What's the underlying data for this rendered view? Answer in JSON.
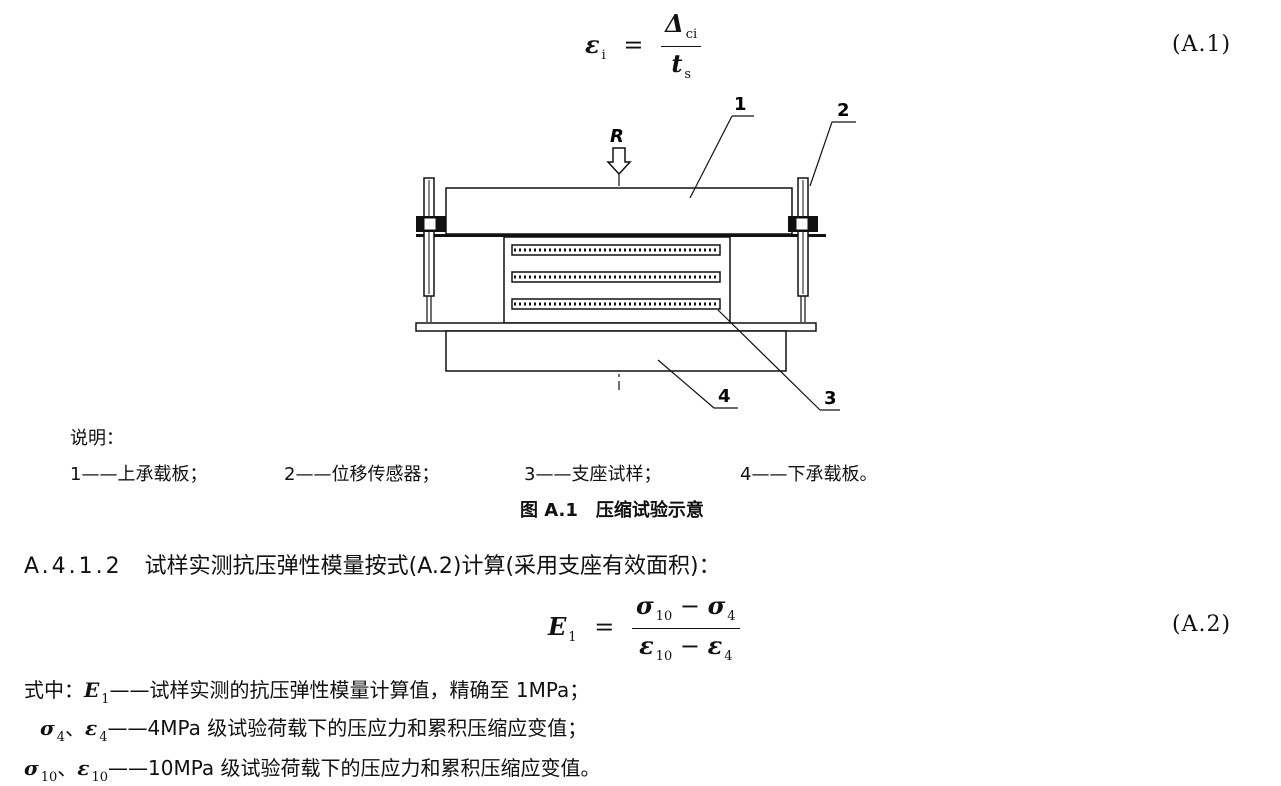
{
  "eq1": {
    "lhs": "ε",
    "lhs_sub": "i",
    "num": "Δ",
    "num_sub": "ci",
    "den": "t",
    "den_sub": "s",
    "number": "(A.1)"
  },
  "figure": {
    "load_label": "R",
    "callouts": [
      "1",
      "2",
      "3",
      "4"
    ],
    "legend_title": "说明：",
    "legend_items": [
      "1——上承载板；",
      "2——位移传感器；",
      "3——支座试样；",
      "4——下承载板。"
    ],
    "caption": "图 A.1　压缩试验示意"
  },
  "clause": {
    "number": "A.4.1.2",
    "text": "试样实测抗压弹性模量按式(A.2)计算(采用支座有效面积)："
  },
  "eq2": {
    "lhs": "E",
    "lhs_sub": "1",
    "num_a": "σ",
    "num_a_sub": "10",
    "num_b": "σ",
    "num_b_sub": "4",
    "den_a": "ε",
    "den_a_sub": "10",
    "den_b": "ε",
    "den_b_sub": "4",
    "number": "(A.2)"
  },
  "where": {
    "line1_prefix": "式中：",
    "line1_sym": "E",
    "line1_sub": "1",
    "line1_text": "——试样实测的抗压弹性模量计算值，精确至 1MPa；",
    "line2_sym_a": "σ",
    "line2_sub_a": "4",
    "line2_sym_b": "ε",
    "line2_sub_b": "4",
    "line2_text": "——4MPa 级试验荷载下的压应力和累积压缩应变值；",
    "line3_sym_a": "σ",
    "line3_sub_a": "10",
    "line3_sym_b": "ε",
    "line3_sub_b": "10",
    "line3_text": "——10MPa 级试验荷载下的压应力和累积压缩应变值。",
    "sep": "、"
  }
}
